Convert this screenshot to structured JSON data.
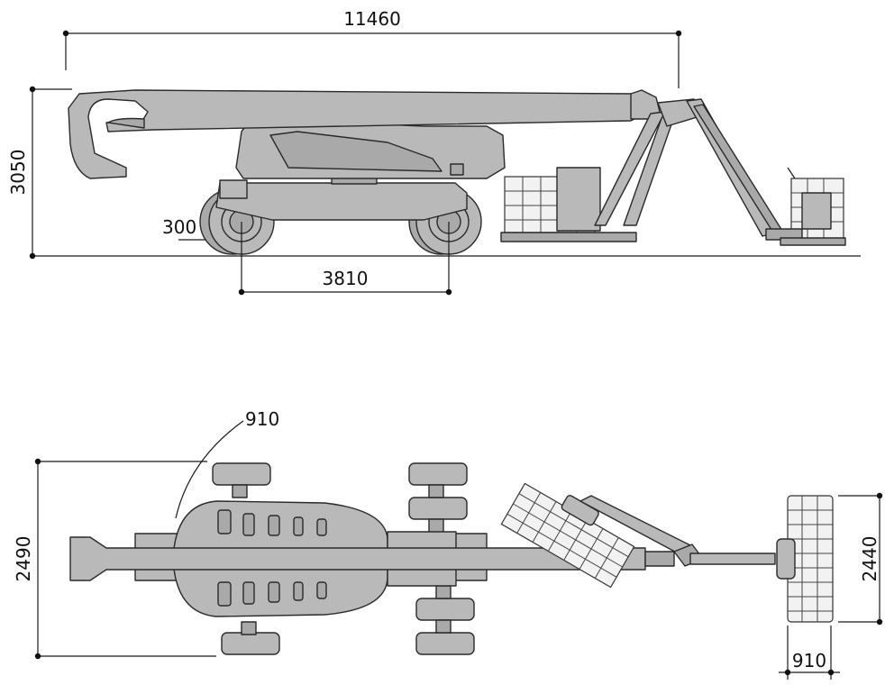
{
  "side_view": {
    "overall_length": "11460",
    "stowed_height": "3050",
    "ground_clearance": "300",
    "wheelbase": "3810"
  },
  "top_view": {
    "turning_radius": "910",
    "overall_width": "2490",
    "platform_width": "2440",
    "platform_depth": "910"
  },
  "colors": {
    "machine_fill": "#b9b9b9",
    "outline": "#2a2a2a",
    "dimension_lines": "#1a1a1a"
  }
}
